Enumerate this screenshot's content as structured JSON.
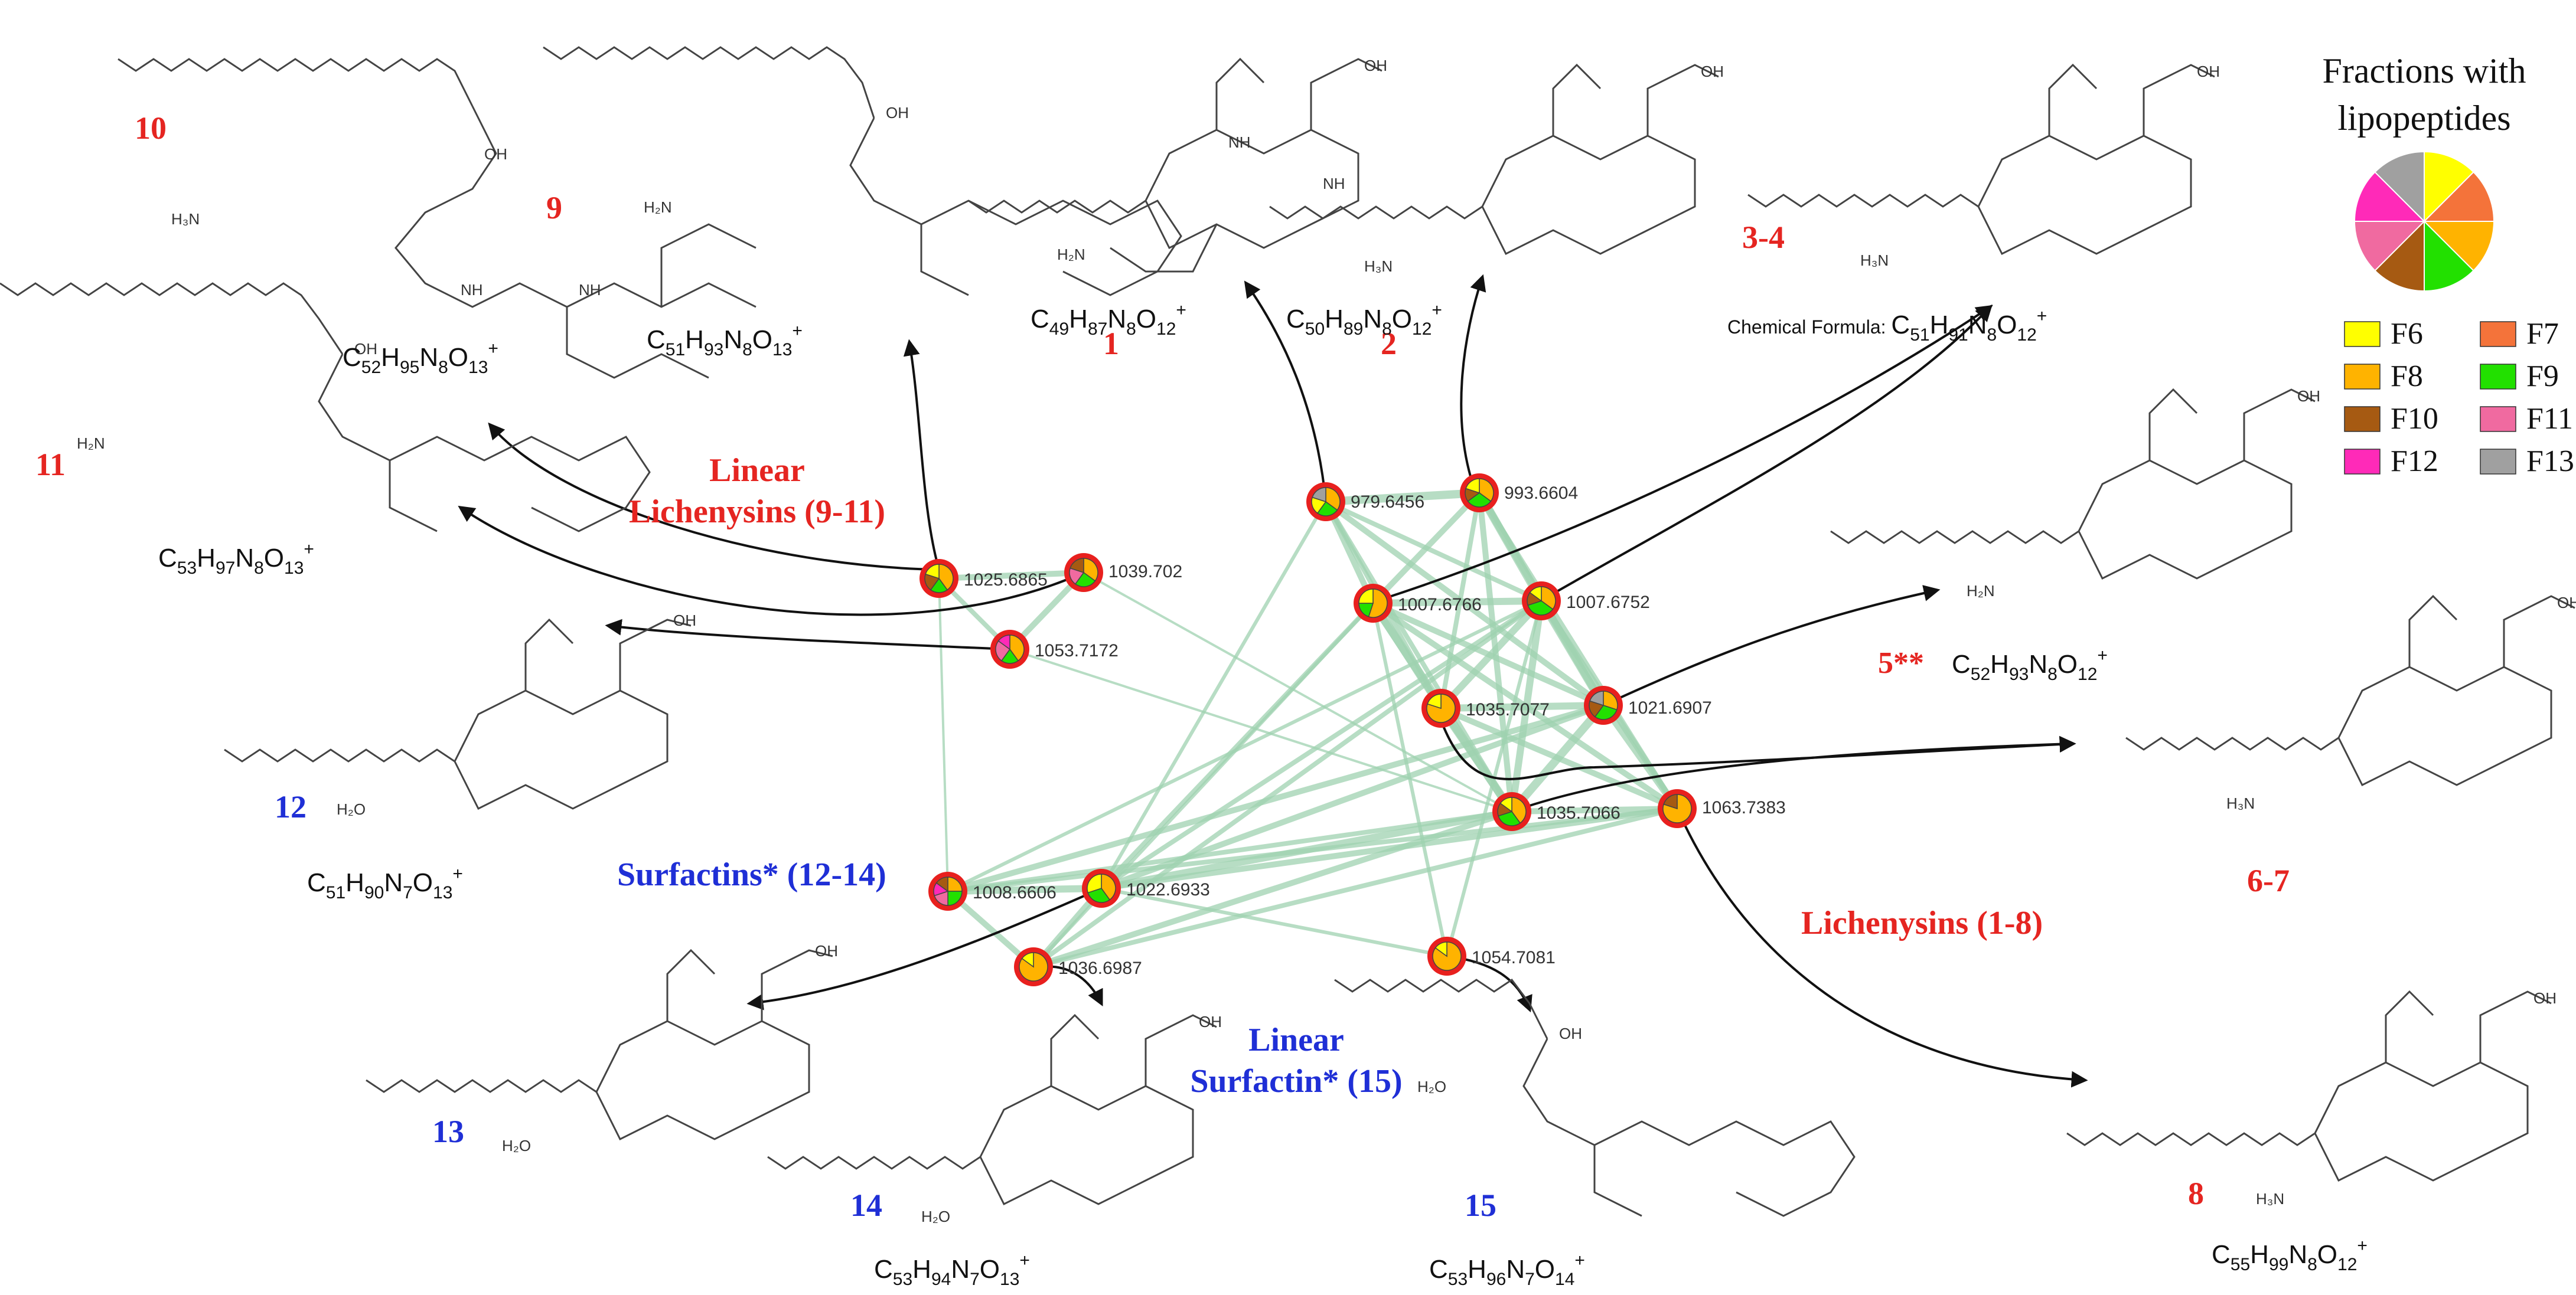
{
  "legend": {
    "title_line1": "Fractions with",
    "title_line2": "lipopeptides",
    "items": [
      {
        "label": "F6",
        "color": "#ffff00"
      },
      {
        "label": "F7",
        "color": "#f4733a"
      },
      {
        "label": "F8",
        "color": "#ffb300"
      },
      {
        "label": "F9",
        "color": "#22e000"
      },
      {
        "label": "F10",
        "color": "#a65a12"
      },
      {
        "label": "F11",
        "color": "#f06aa0"
      },
      {
        "label": "F12",
        "color": "#ff2ab8"
      },
      {
        "label": "F13",
        "color": "#a0a0a0"
      }
    ]
  },
  "groups": {
    "linear_lichenysins": {
      "line1": "Linear",
      "line2": "Lichenysins (9-11)"
    },
    "surfactins": "Surfactins* (12-14)",
    "lichenysins": "Lichenysins (1-8)",
    "linear_surfactin": {
      "line1": "Linear",
      "line2": "Surfactin* (15)"
    }
  },
  "compounds": [
    {
      "id": "10",
      "formula": "C52H95N8O13+",
      "color": "red"
    },
    {
      "id": "9",
      "formula": "C51H93N8O13+",
      "color": "red"
    },
    {
      "id": "1",
      "formula": "C49H87N8O12+",
      "color": "red"
    },
    {
      "id": "2",
      "formula": "C50H89N8O12+",
      "color": "red"
    },
    {
      "id": "3-4",
      "formula_prefix": "Chemical Formula: ",
      "formula": "C51H91N8O12+",
      "color": "red"
    },
    {
      "id": "11",
      "formula": "C53H97N8O13+",
      "color": "red"
    },
    {
      "id": "5**",
      "formula": "C52H93N8O12+",
      "color": "red"
    },
    {
      "id": "12",
      "formula": "C51H90N7O13+",
      "color": "blue"
    },
    {
      "id": "6-7",
      "formula": "",
      "color": "red"
    },
    {
      "id": "13",
      "formula": "",
      "color": "blue"
    },
    {
      "id": "14",
      "formula": "C53H94N7O13+",
      "color": "blue"
    },
    {
      "id": "15",
      "formula": "C53H96N7O14+",
      "color": "blue"
    },
    {
      "id": "8",
      "formula": "C55H99N8O12+",
      "color": "red"
    }
  ],
  "nodes": [
    {
      "mz": "979.6456",
      "slices": [
        [
          "F8",
          0.35
        ],
        [
          "F9",
          0.25
        ],
        [
          "F6",
          0.2
        ],
        [
          "F13",
          0.2
        ]
      ]
    },
    {
      "mz": "993.6604",
      "slices": [
        [
          "F8",
          0.35
        ],
        [
          "F9",
          0.3
        ],
        [
          "F10",
          0.15
        ],
        [
          "F6",
          0.2
        ]
      ]
    },
    {
      "mz": "1007.6766",
      "slices": [
        [
          "F8",
          0.55
        ],
        [
          "F9",
          0.2
        ],
        [
          "F6",
          0.25
        ]
      ]
    },
    {
      "mz": "1007.6752",
      "slices": [
        [
          "F8",
          0.35
        ],
        [
          "F9",
          0.35
        ],
        [
          "F10",
          0.15
        ],
        [
          "F6",
          0.15
        ]
      ]
    },
    {
      "mz": "1025.6865",
      "slices": [
        [
          "F8",
          0.4
        ],
        [
          "F9",
          0.2
        ],
        [
          "F10",
          0.2
        ],
        [
          "F6",
          0.2
        ]
      ]
    },
    {
      "mz": "1039.702",
      "slices": [
        [
          "F8",
          0.35
        ],
        [
          "F9",
          0.25
        ],
        [
          "F11",
          0.2
        ],
        [
          "F10",
          0.2
        ]
      ]
    },
    {
      "mz": "1053.7172",
      "slices": [
        [
          "F8",
          0.4
        ],
        [
          "F9",
          0.2
        ],
        [
          "F11",
          0.25
        ],
        [
          "F12",
          0.15
        ]
      ]
    },
    {
      "mz": "1035.7077",
      "slices": [
        [
          "F8",
          0.8
        ],
        [
          "F6",
          0.2
        ]
      ]
    },
    {
      "mz": "1021.6907",
      "slices": [
        [
          "F8",
          0.3
        ],
        [
          "F9",
          0.3
        ],
        [
          "F10",
          0.2
        ],
        [
          "F13",
          0.2
        ]
      ]
    },
    {
      "mz": "1035.7066",
      "slices": [
        [
          "F8",
          0.4
        ],
        [
          "F9",
          0.3
        ],
        [
          "F10",
          0.15
        ],
        [
          "F6",
          0.15
        ]
      ]
    },
    {
      "mz": "1063.7383",
      "slices": [
        [
          "F8",
          0.8
        ],
        [
          "F10",
          0.2
        ]
      ]
    },
    {
      "mz": "1008.6606",
      "slices": [
        [
          "F8",
          0.25
        ],
        [
          "F9",
          0.25
        ],
        [
          "F11",
          0.2
        ],
        [
          "F12",
          0.15
        ],
        [
          "F10",
          0.15
        ]
      ]
    },
    {
      "mz": "1022.6933",
      "slices": [
        [
          "F8",
          0.4
        ],
        [
          "F9",
          0.3
        ],
        [
          "F6",
          0.3
        ]
      ]
    },
    {
      "mz": "1036.6987",
      "slices": [
        [
          "F8",
          0.85
        ],
        [
          "F6",
          0.15
        ]
      ]
    },
    {
      "mz": "1054.7081",
      "slices": [
        [
          "F8",
          0.85
        ],
        [
          "F6",
          0.15
        ]
      ]
    }
  ]
}
